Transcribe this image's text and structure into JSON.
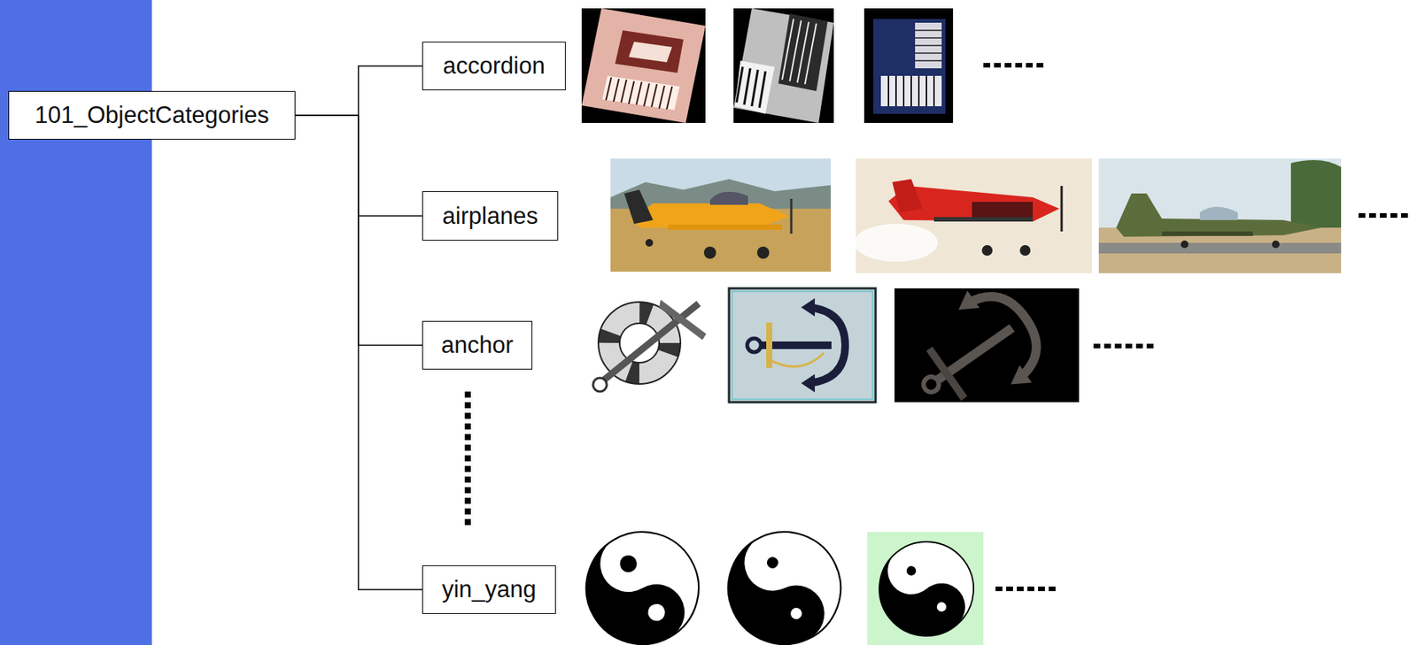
{
  "diagram": {
    "nodes": [
      {
        "text": [
          "101_ObjectCategories"
        ]
      },
      {
        "text": [
          "accordion"
        ]
      },
      {
        "text": [
          "airplanes"
        ]
      },
      {
        "text": [
          "anchor"
        ]
      },
      {
        "text": [
          "yin_yang"
        ]
      }
    ],
    "edges": [
      {
        "from": 0,
        "to": 1,
        "arrow": "none"
      },
      {
        "from": 0,
        "to": 2,
        "arrow": "none"
      },
      {
        "from": 0,
        "to": 3,
        "arrow": "none"
      },
      {
        "from": 0,
        "to": 4,
        "arrow": "none"
      }
    ]
  }
}
